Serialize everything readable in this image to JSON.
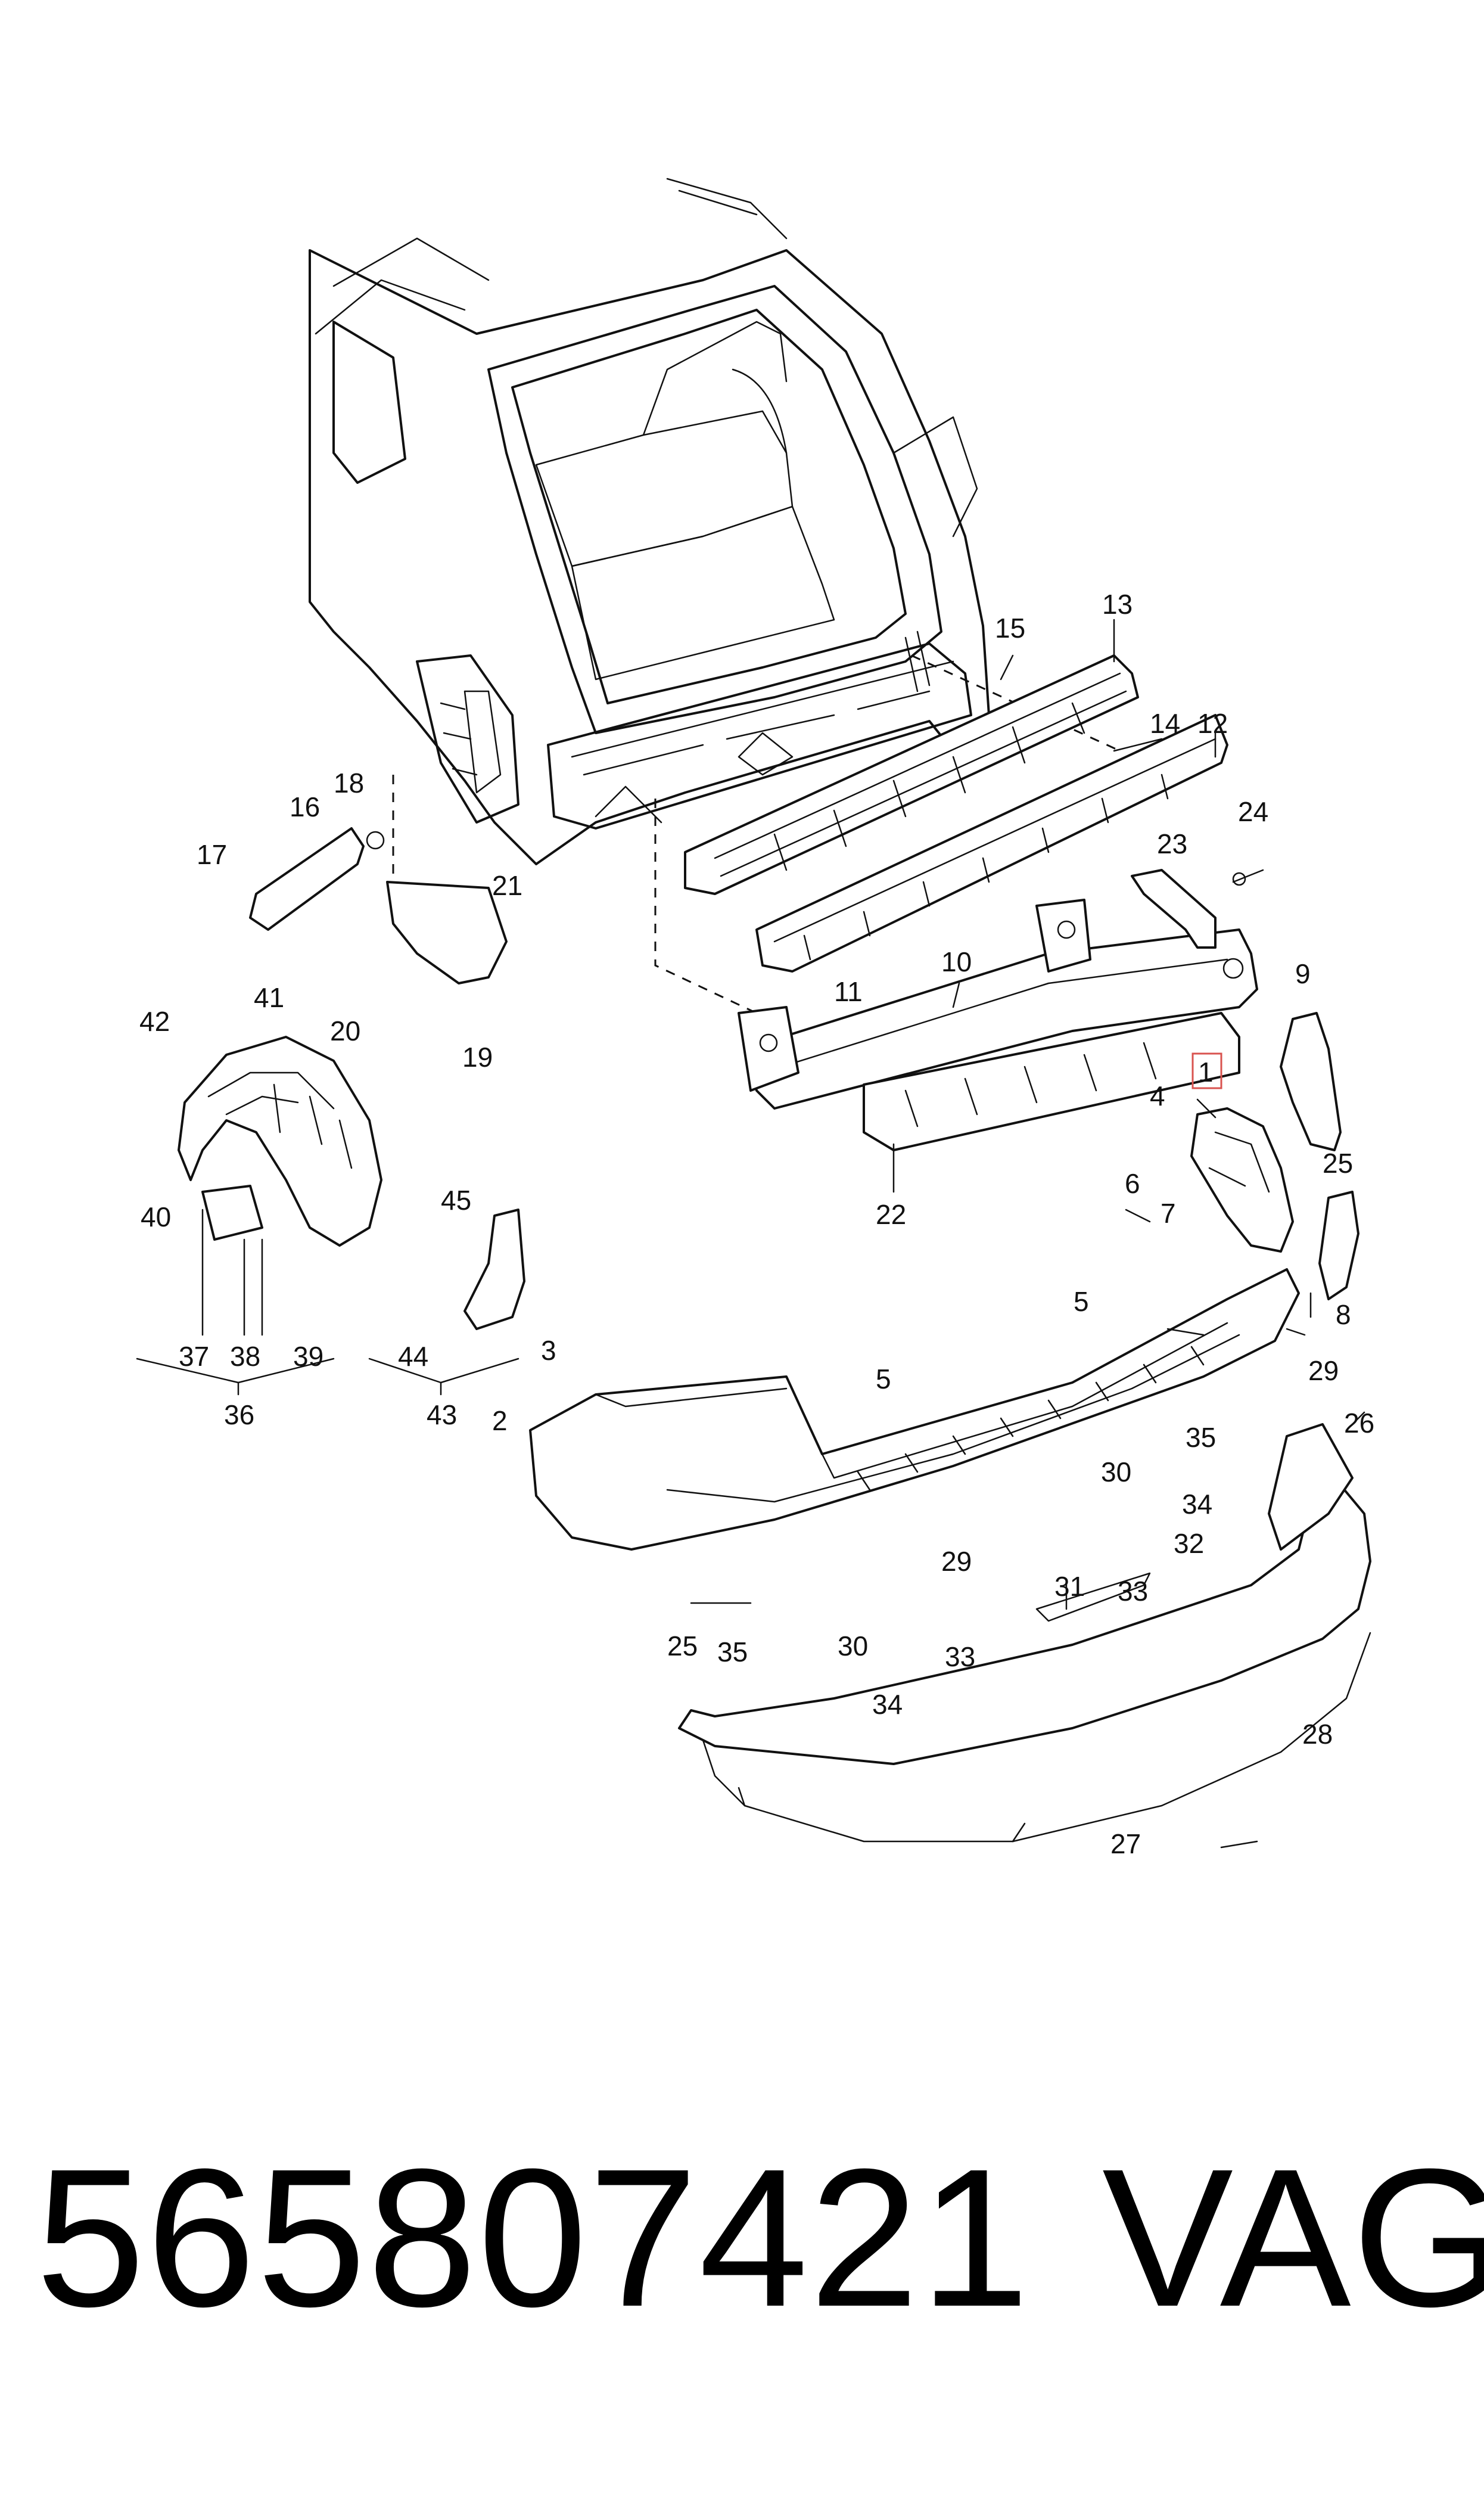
{
  "diagram": {
    "highlighted_callout": "1",
    "callouts": [
      {
        "id": "c1",
        "label": "1"
      },
      {
        "id": "c2",
        "label": "2"
      },
      {
        "id": "c3",
        "label": "3"
      },
      {
        "id": "c4",
        "label": "4"
      },
      {
        "id": "c5a",
        "label": "5"
      },
      {
        "id": "c5b",
        "label": "5"
      },
      {
        "id": "c6",
        "label": "6"
      },
      {
        "id": "c7",
        "label": "7"
      },
      {
        "id": "c8",
        "label": "8"
      },
      {
        "id": "c9",
        "label": "9"
      },
      {
        "id": "c10",
        "label": "10"
      },
      {
        "id": "c11",
        "label": "11"
      },
      {
        "id": "c12",
        "label": "12"
      },
      {
        "id": "c13",
        "label": "13"
      },
      {
        "id": "c14",
        "label": "14"
      },
      {
        "id": "c15",
        "label": "15"
      },
      {
        "id": "c16",
        "label": "16"
      },
      {
        "id": "c17",
        "label": "17"
      },
      {
        "id": "c18",
        "label": "18"
      },
      {
        "id": "c19",
        "label": "19"
      },
      {
        "id": "c20",
        "label": "20"
      },
      {
        "id": "c21",
        "label": "21"
      },
      {
        "id": "c22",
        "label": "22"
      },
      {
        "id": "c23",
        "label": "23"
      },
      {
        "id": "c24",
        "label": "24"
      },
      {
        "id": "c25a",
        "label": "25"
      },
      {
        "id": "c25b",
        "label": "25"
      },
      {
        "id": "c26",
        "label": "26"
      },
      {
        "id": "c27",
        "label": "27"
      },
      {
        "id": "c28",
        "label": "28"
      },
      {
        "id": "c29a",
        "label": "29"
      },
      {
        "id": "c29b",
        "label": "29"
      },
      {
        "id": "c30a",
        "label": "30"
      },
      {
        "id": "c30b",
        "label": "30"
      },
      {
        "id": "c31",
        "label": "31"
      },
      {
        "id": "c32",
        "label": "32"
      },
      {
        "id": "c33a",
        "label": "33"
      },
      {
        "id": "c33b",
        "label": "33"
      },
      {
        "id": "c34a",
        "label": "34"
      },
      {
        "id": "c34b",
        "label": "34"
      },
      {
        "id": "c35a",
        "label": "35"
      },
      {
        "id": "c35b",
        "label": "35"
      },
      {
        "id": "c36",
        "label": "36"
      },
      {
        "id": "c37",
        "label": "37"
      },
      {
        "id": "c38",
        "label": "38"
      },
      {
        "id": "c39",
        "label": "39"
      },
      {
        "id": "c40",
        "label": "40"
      },
      {
        "id": "c41",
        "label": "41"
      },
      {
        "id": "c42",
        "label": "42"
      },
      {
        "id": "c43",
        "label": "43"
      },
      {
        "id": "c44",
        "label": "44"
      },
      {
        "id": "c45",
        "label": "45"
      }
    ]
  },
  "footer": {
    "part_number": "565807421",
    "brand": "VAG"
  }
}
